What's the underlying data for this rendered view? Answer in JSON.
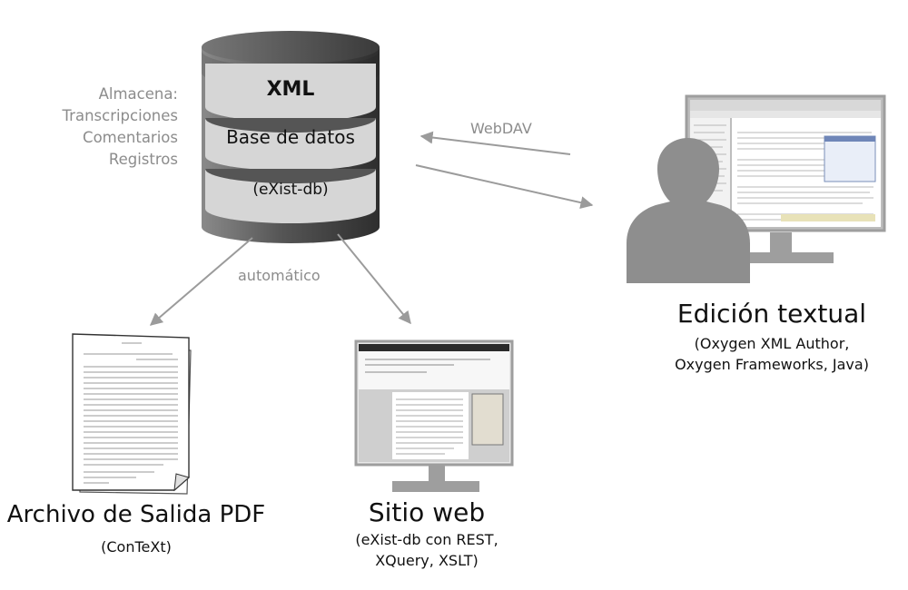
{
  "database": {
    "storage_label": "Almacena:",
    "storage_items": [
      "Transcripciones",
      "Comentarios",
      "Registros"
    ],
    "layer_format": "XML",
    "layer_role": "Base de datos",
    "layer_software": "(eXist-db)"
  },
  "connections": {
    "webdav": "WebDAV",
    "automatic": "automático"
  },
  "editing": {
    "title": "Edición textual",
    "tools": [
      "(Oxygen XML Author,",
      "Oxygen Frameworks, Java)"
    ]
  },
  "pdf": {
    "title": "Archivo de Salida PDF",
    "tool": "(ConTeXt)"
  },
  "website": {
    "title": "Sitio web",
    "tools": [
      "(eXist-db con REST,",
      "XQuery, XSLT)"
    ]
  },
  "colors": {
    "db_dark": "#3a3a3a",
    "db_light": "#8a8a8a",
    "arrow": "#9b9b9b",
    "label_grey": "#8c8c8c",
    "monitor_stand": "#9e9e9e",
    "person": "#8e8e8e"
  },
  "icons": [
    "database-icon",
    "monitor-icon",
    "person-icon",
    "document-icon"
  ]
}
